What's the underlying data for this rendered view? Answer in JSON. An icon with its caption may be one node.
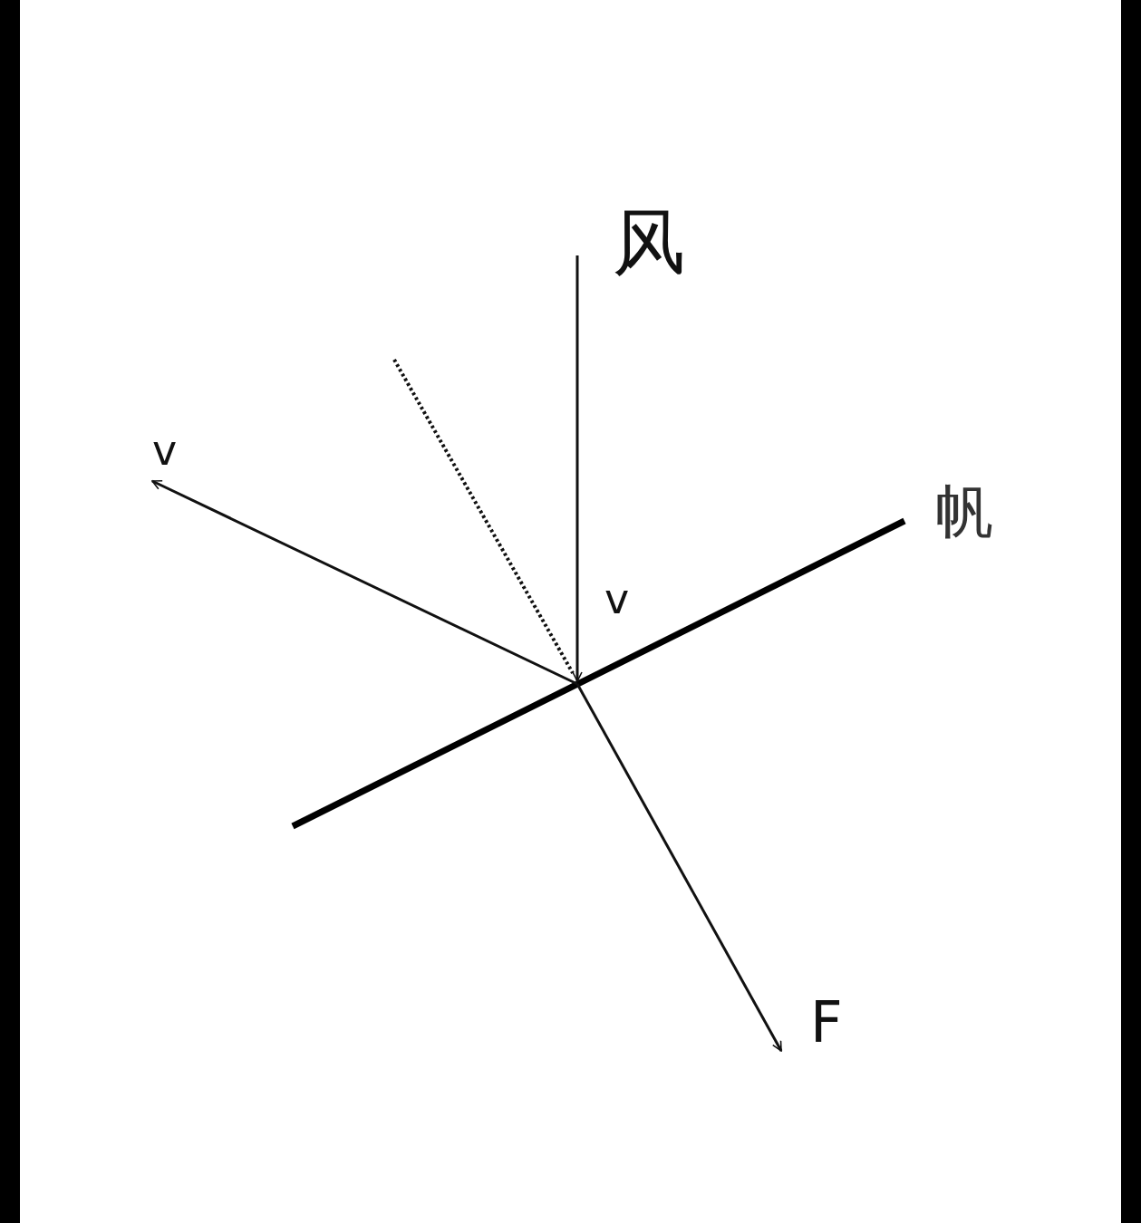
{
  "diagram": {
    "labels": [
      "风",
      "v",
      "帆",
      "v",
      "F"
    ]
  }
}
